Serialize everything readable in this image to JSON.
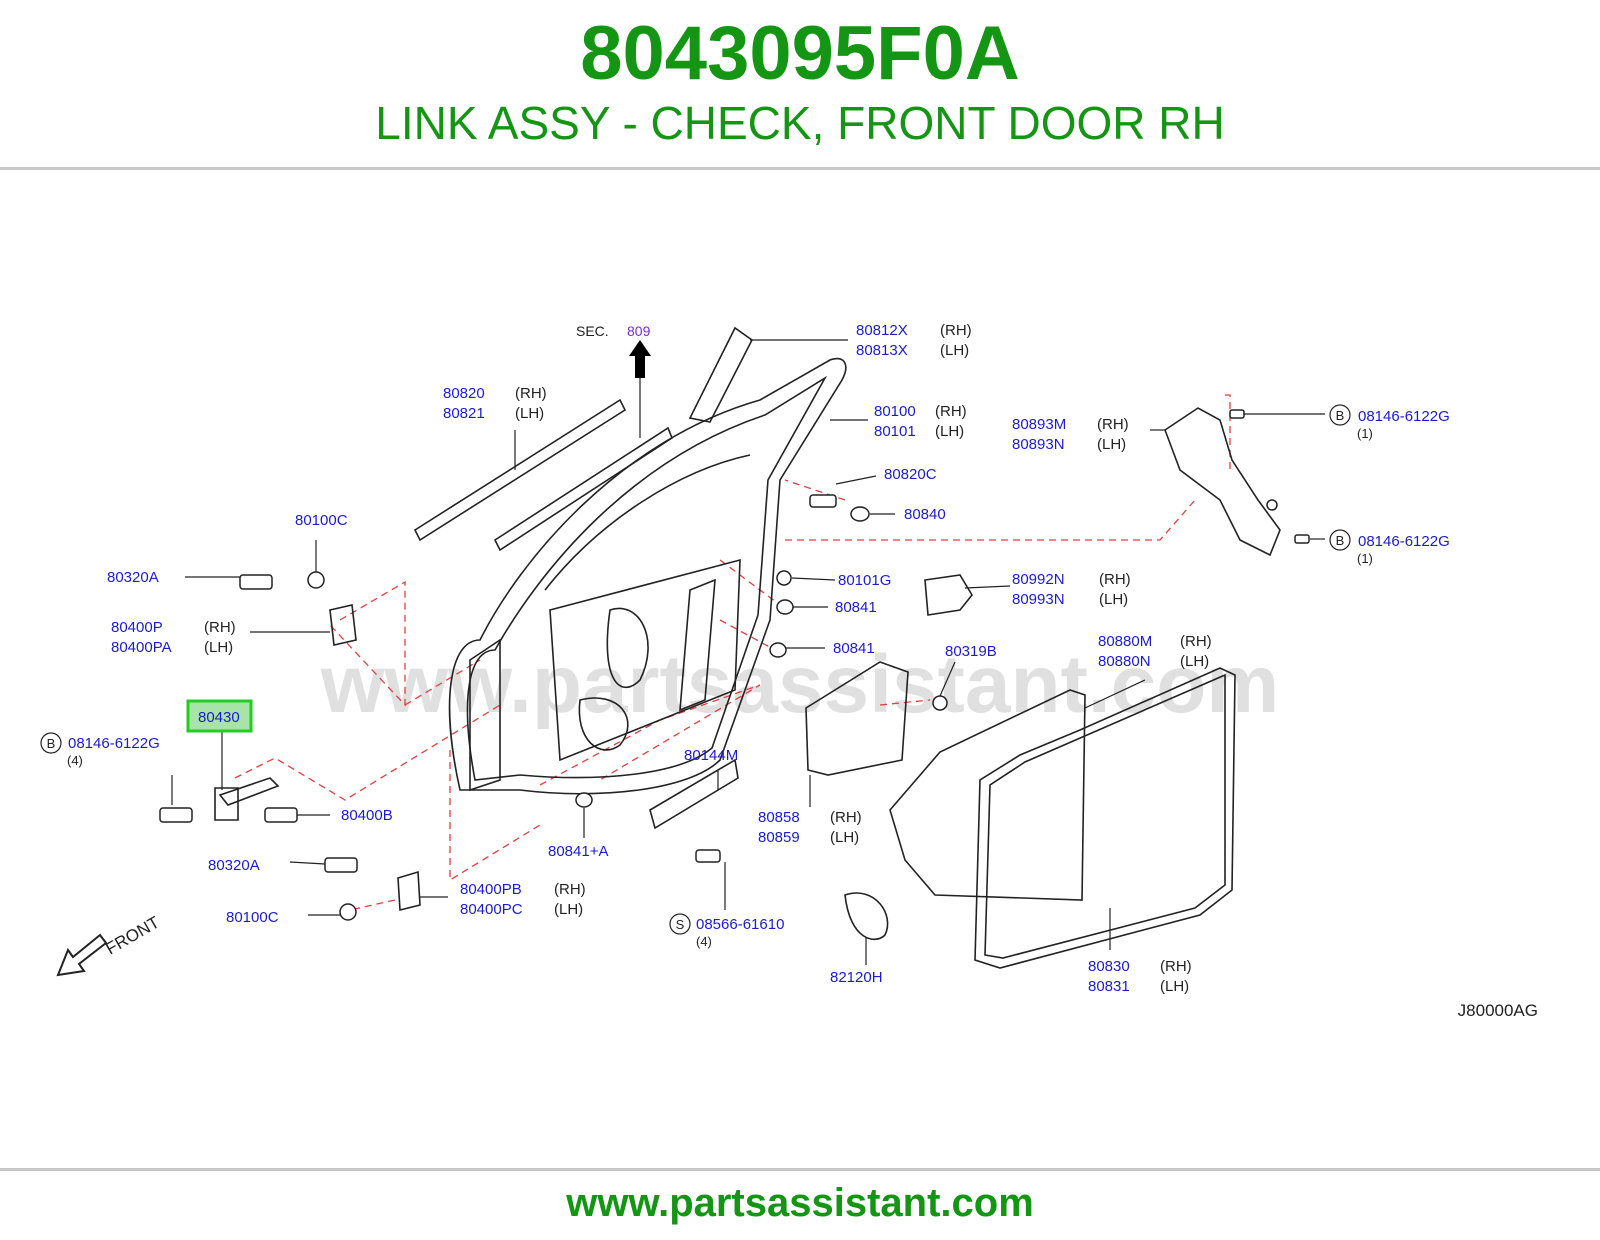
{
  "header": {
    "part_number": "8043095F0A",
    "description": "LINK ASSY - CHECK, FRONT DOOR RH"
  },
  "footer": {
    "url": "www.partsassistant.com"
  },
  "watermark": "www.partsassistant.com",
  "colors": {
    "accent_green": "#149614",
    "callout_blue": "#1c1ccc",
    "section_purple": "#7a2ecc",
    "highlight_fill": "#a8e4a8",
    "highlight_border": "#22cc22",
    "leader_red": "#e04040",
    "line_black": "#222222"
  },
  "diagram": {
    "section_prefix": "SEC.",
    "section_number": "809",
    "front_label": "FRONT",
    "figure_code": "J80000AG",
    "highlighted_part": "80430",
    "rh": "(RH)",
    "lh": "(LH)",
    "b": "B",
    "s": "S",
    "q1": "(1)",
    "q4": "(4)",
    "parts": {
      "p80812X": "80812X",
      "p80813X": "80813X",
      "p80820": "80820",
      "p80821": "80821",
      "p80100": "80100",
      "p80101": "80101",
      "p80820C": "80820C",
      "p80840": "80840",
      "p80893M": "80893M",
      "p80893N": "80893N",
      "p08146_6122G": "08146-6122G",
      "p80100C": "80100C",
      "p80320A": "80320A",
      "p80400P": "80400P",
      "p80400PA": "80400PA",
      "p80101G": "80101G",
      "p80841": "80841",
      "p80992N": "80992N",
      "p80993N": "80993N",
      "p80319B": "80319B",
      "p80880M": "80880M",
      "p80880N": "80880N",
      "p80430": "80430",
      "p80400B": "80400B",
      "p80144M": "80144M",
      "p80858": "80858",
      "p80859": "80859",
      "p80841A": "80841+A",
      "p80400PB": "80400PB",
      "p80400PC": "80400PC",
      "p08566_61610": "08566-61610",
      "p82120H": "82120H",
      "p80830": "80830",
      "p80831": "80831"
    }
  }
}
